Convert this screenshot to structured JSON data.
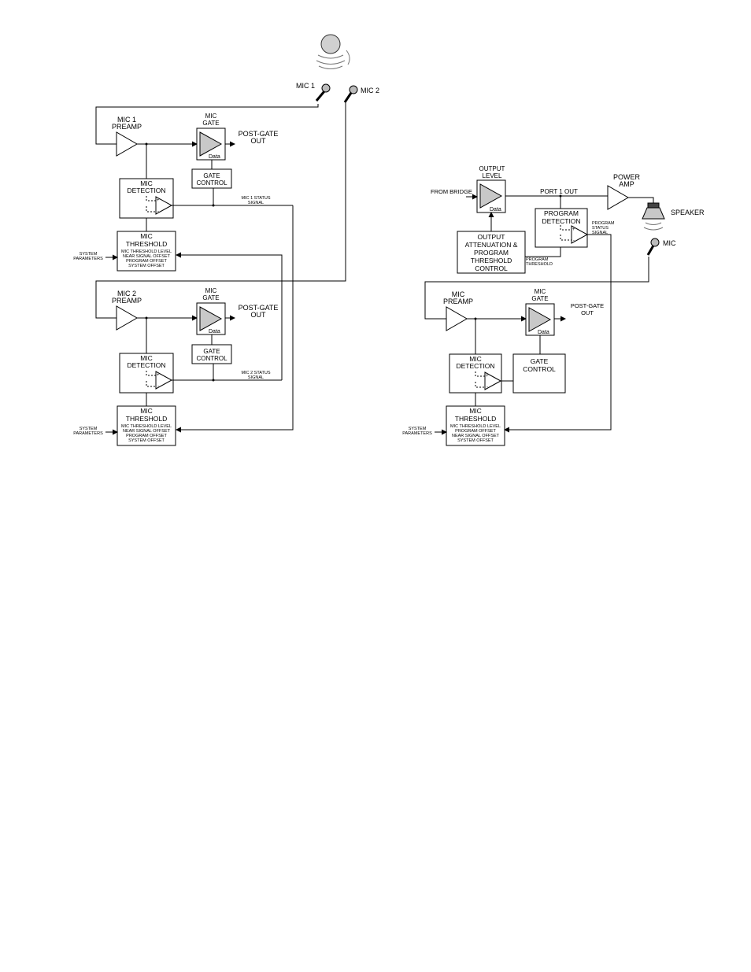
{
  "left_diagram": {
    "mic1_label": "MIC 1",
    "mic2_label": "MIC 2",
    "mic1_preamp": [
      "MIC 1",
      "PREAMP"
    ],
    "mic2_preamp": [
      "MIC 2",
      "PREAMP"
    ],
    "mic_gate": [
      "MIC",
      "GATE"
    ],
    "gate_data": "Data",
    "post_gate_out": [
      "POST-GATE",
      "OUT"
    ],
    "gate_control": [
      "GATE",
      "CONTROL"
    ],
    "mic_detection": [
      "MIC",
      "DETECTION"
    ],
    "mic1_status": [
      "MIC 1 STATUS",
      "SIGNAL"
    ],
    "mic2_status": [
      "MIC 2 STATUS",
      "SIGNAL"
    ],
    "mic_threshold": [
      "MIC",
      "THRESHOLD"
    ],
    "threshold_params": [
      "MIC THRESHOLD LEVEL",
      "NEAR SIGNAL OFFSET",
      "PROGRAM OFFSET",
      "SYSTEM OFFSET"
    ],
    "system_parameters": [
      "SYSTEM",
      "PARAMETERS"
    ]
  },
  "right_diagram": {
    "output_level": [
      "OUTPUT",
      "LEVEL"
    ],
    "from_bridge": "FROM BRIDGE",
    "output_data": "Data",
    "port1_out": "PORT 1 OUT",
    "power_amp": [
      "POWER",
      "AMP"
    ],
    "speaker": "SPEAKER",
    "program_detection": [
      "PROGRAM",
      "DETECTION"
    ],
    "program_status": [
      "PROGRAM",
      "STATUS",
      "SIGNAL"
    ],
    "output_attenuation": [
      "OUTPUT",
      "ATTENUATION &",
      "PROGRAM",
      "THRESHOLD",
      "CONTROL"
    ],
    "program_threshold": [
      "PROGRAM",
      "THRESHOLD"
    ],
    "mic_label": "MIC",
    "mic_preamp": [
      "MIC",
      "PREAMP"
    ],
    "mic_gate": [
      "MIC",
      "GATE"
    ],
    "gate_data": "Data",
    "post_gate_out": [
      "POST-GATE",
      "OUT"
    ],
    "gate_control": [
      "GATE",
      "CONTROL"
    ],
    "mic_detection": [
      "MIC",
      "DETECTION"
    ],
    "mic_threshold": [
      "MIC",
      "THRESHOLD"
    ],
    "threshold_params": [
      "MIC THRESHOLD LEVEL",
      "PROGRAM OFFSET",
      "NEAR SIGNAL OFFSET",
      "SYSTEM OFFSET"
    ],
    "system_parameters": [
      "SYSTEM",
      "PARAMETERS"
    ]
  }
}
